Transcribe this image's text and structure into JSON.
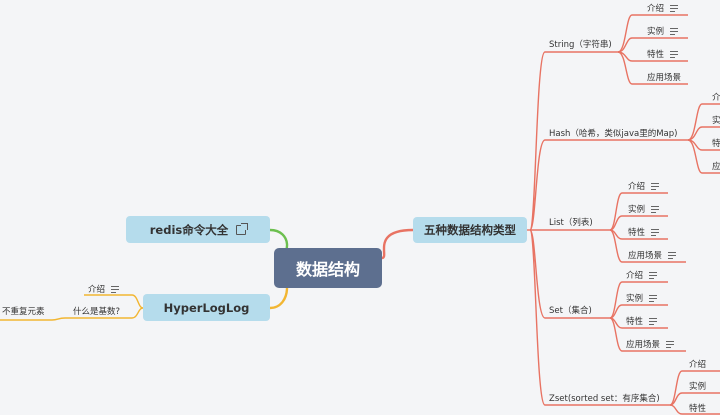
{
  "central": {
    "label": "数据结构"
  },
  "right_main": {
    "label": "五种数据结构类型"
  },
  "left_main": [
    {
      "label": "redis命令大全"
    },
    {
      "label": "HyperLogLog"
    }
  ],
  "hll_children": [
    {
      "label": "介绍"
    },
    {
      "label": "什么是基数?"
    }
  ],
  "hll_grandchild": {
    "label": "不重复元素"
  },
  "types": [
    {
      "label": "String（字符串)"
    },
    {
      "label": "Hash（哈希，类似java里的Map)"
    },
    {
      "label": "List（列表)"
    },
    {
      "label": "Set（集合)"
    },
    {
      "label": "Zset(sorted set：有序集合)"
    }
  ],
  "string_leaves": [
    {
      "label": "介绍"
    },
    {
      "label": "实例"
    },
    {
      "label": "特性"
    },
    {
      "label": "应用场景"
    }
  ],
  "hash_leaves": [
    {
      "label": "介"
    },
    {
      "label": "实"
    },
    {
      "label": "特"
    },
    {
      "label": "应"
    }
  ],
  "list_leaves": [
    {
      "label": "介绍"
    },
    {
      "label": "实例"
    },
    {
      "label": "特性"
    },
    {
      "label": "应用场景"
    }
  ],
  "set_leaves": [
    {
      "label": "介绍"
    },
    {
      "label": "实例"
    },
    {
      "label": "特性"
    },
    {
      "label": "应用场景"
    }
  ],
  "zset_leaves": [
    {
      "label": "介绍"
    },
    {
      "label": "实例"
    },
    {
      "label": "特性"
    }
  ],
  "colors": {
    "central": "#5d6f8f",
    "main_node": "#b5dcec",
    "branch_red": "#e87363",
    "branch_green": "#6cbf4f",
    "branch_yellow": "#f2b632",
    "background": "#f4f5f7"
  }
}
